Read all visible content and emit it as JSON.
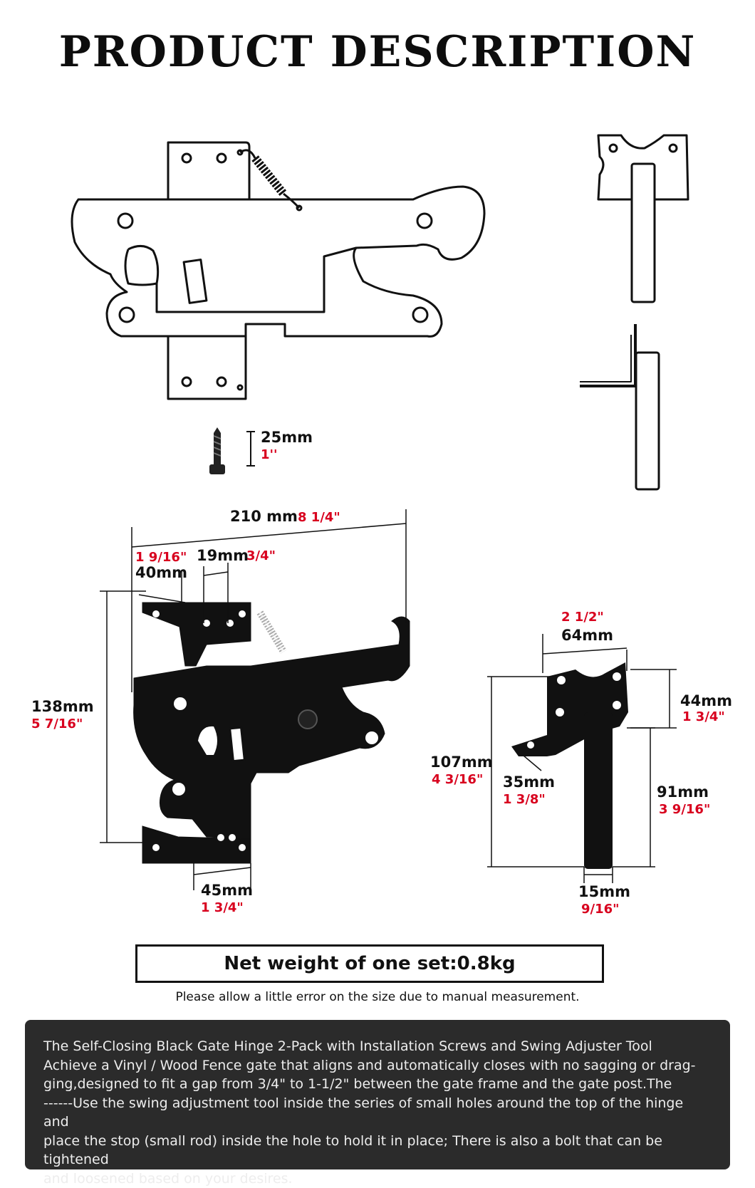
{
  "title": "PRODUCT DESCRIPTION",
  "screw": {
    "mm": "25mm",
    "in": "1''"
  },
  "dimensions": {
    "total_width": {
      "mm": "210 mm",
      "in": "8 1/4\""
    },
    "left_offset": {
      "mm": "40mm",
      "in": "1 9/16\""
    },
    "hole_spacing": {
      "mm": "19mm",
      "in": "3/4\""
    },
    "height": {
      "mm": "138mm",
      "in": "5 7/16\""
    },
    "bottom_offset": {
      "mm": "45mm",
      "in": "1 3/4\""
    },
    "stop_width": {
      "mm": "64mm",
      "in": "2 1/2\""
    },
    "stop_top": {
      "mm": "44mm",
      "in": "1 3/4\""
    },
    "stop_height": {
      "mm": "107mm",
      "in": "4 3/16\""
    },
    "stop_tab": {
      "mm": "35mm",
      "in": "1 3/8\""
    },
    "stop_post": {
      "mm": "91mm",
      "in": "3 9/16\""
    },
    "post_width": {
      "mm": "15mm",
      "in": "9/16\""
    }
  },
  "weight": "Net weight of one set:0.8kg",
  "note": "Please allow a little error on the size due to manual measurement.",
  "description": [
    "The Self-Closing Black Gate Hinge 2-Pack with Installation Screws and Swing Adjuster Tool",
    "Achieve a Vinyl / Wood Fence gate that aligns and automatically closes with no sagging or drag-",
    "ging,designed to fit a gap from 3/4\" to 1-1/2\" between the gate frame and the gate post.The",
    "------Use the swing adjustment tool inside the series of small holes around the top of the hinge and",
    "place the stop (small rod) inside the hole to hold it in place; There is also a bolt that can be tightened",
    "and loosened based on your desires."
  ],
  "colors": {
    "dimension_inch": "#d8001e",
    "hardware": "#111111",
    "panel": "#2b2b2b"
  }
}
